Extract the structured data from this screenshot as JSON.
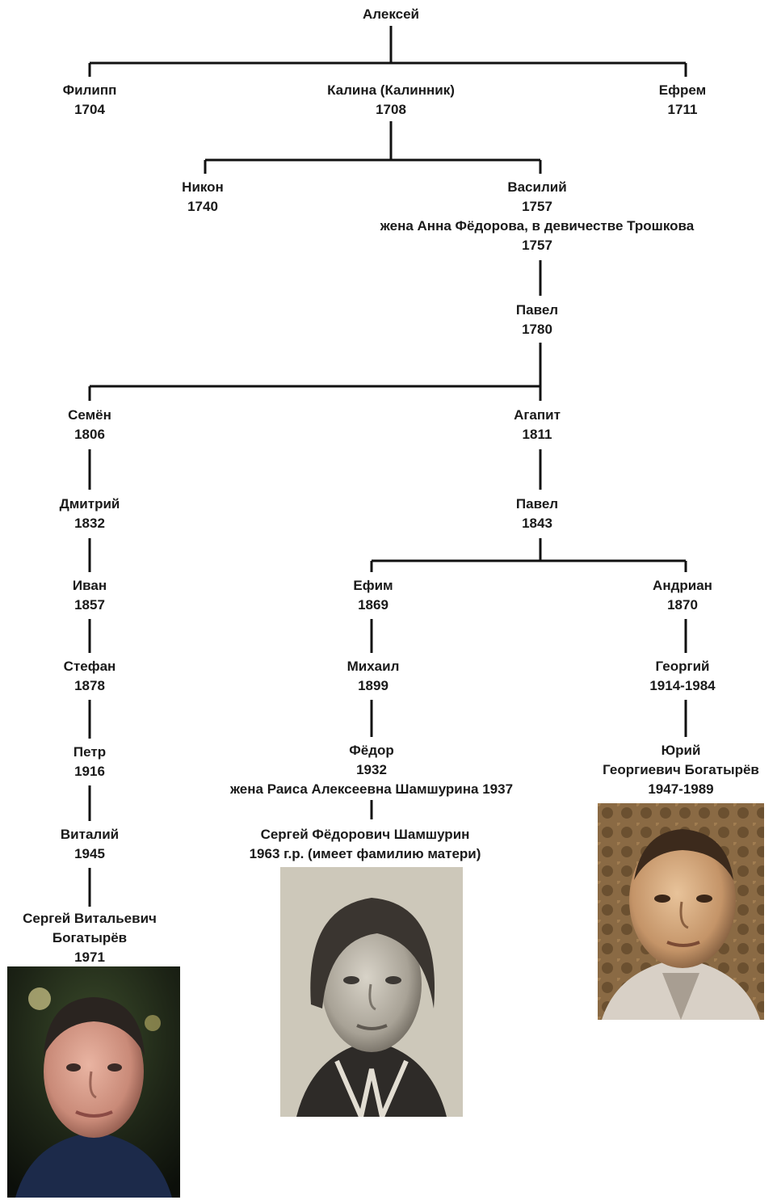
{
  "people": {
    "aleksey": {
      "lines": [
        "Алексей"
      ]
    },
    "filipp": {
      "lines": [
        "Филипп",
        "1704"
      ]
    },
    "kalina": {
      "lines": [
        "Калина (Калинник)",
        "1708"
      ]
    },
    "efrem": {
      "lines": [
        "Ефрем",
        "1711"
      ]
    },
    "nikon": {
      "lines": [
        "Никон",
        "1740"
      ]
    },
    "vasiliy": {
      "lines": [
        "Василий",
        "1757",
        "жена Анна Фёдорова, в девичестве Трошкова",
        "1757"
      ]
    },
    "pavel1": {
      "lines": [
        "Павел",
        "1780"
      ]
    },
    "semen": {
      "lines": [
        "Семён",
        "1806"
      ]
    },
    "agapit": {
      "lines": [
        "Агапит",
        "1811"
      ]
    },
    "dmitriy": {
      "lines": [
        "Дмитрий",
        "1832"
      ]
    },
    "pavel2": {
      "lines": [
        "Павел",
        "1843"
      ]
    },
    "ivan": {
      "lines": [
        "Иван",
        "1857"
      ]
    },
    "efim": {
      "lines": [
        "Ефим",
        "1869"
      ]
    },
    "andrian": {
      "lines": [
        "Андриан",
        "1870"
      ]
    },
    "stefan": {
      "lines": [
        "Стефан",
        "1878"
      ]
    },
    "mikhail": {
      "lines": [
        "Михаил",
        "1899"
      ]
    },
    "georgiy": {
      "lines": [
        "Георгий",
        "1914-1984"
      ]
    },
    "petr": {
      "lines": [
        "Петр",
        "1916"
      ]
    },
    "fedor": {
      "lines": [
        "Фёдор",
        "1932",
        "жена Раиса Алексеевна Шамшурина 1937"
      ]
    },
    "yuriy": {
      "lines": [
        "Юрий",
        "Георгиевич Богатырёв",
        "1947-1989"
      ]
    },
    "vitaliy": {
      "lines": [
        "Виталий",
        "1945"
      ]
    },
    "sergey_sh": {
      "lines": [
        "Сергей Фёдорович Шамшурин",
        "1963 г.р. (имеет фамилию матери)"
      ]
    },
    "sergey_b": {
      "lines": [
        "Сергей Витальевич",
        "Богатырёв",
        "1971"
      ]
    }
  },
  "photos": {
    "sergey_b": {
      "style": "color-night"
    },
    "sergey_sh": {
      "style": "sepia-bw"
    },
    "yuriy": {
      "style": "warm-color"
    }
  },
  "colors": {
    "lines": "#111111",
    "text": "#1a1a1a"
  }
}
